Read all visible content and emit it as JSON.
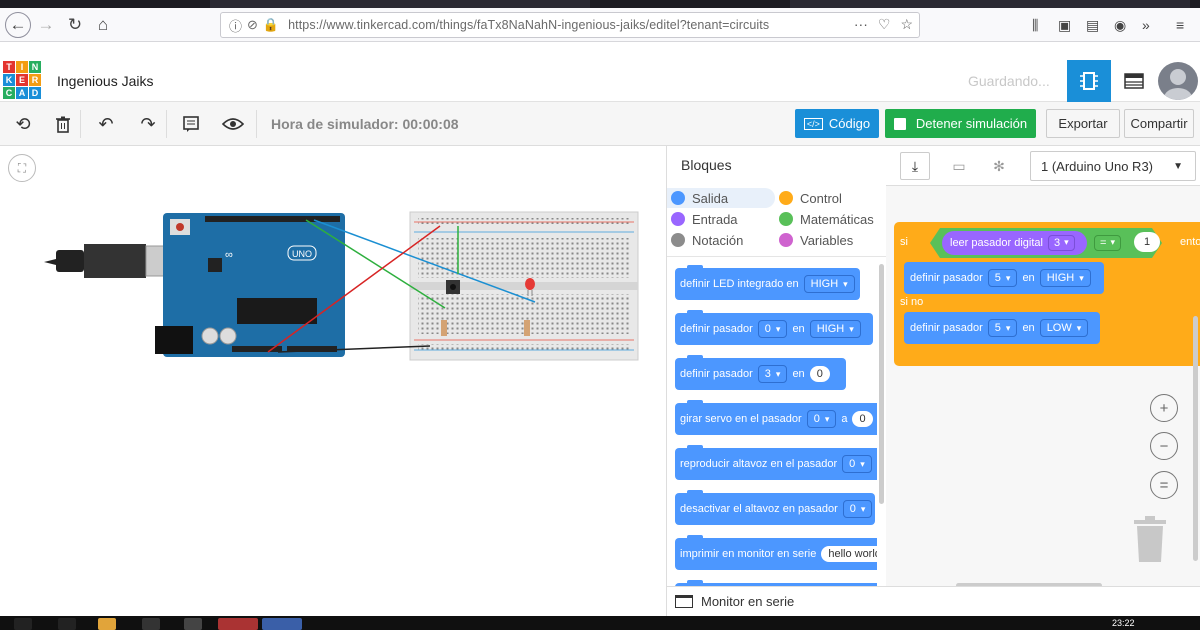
{
  "browser": {
    "url": "https://www.tinkercad.com/things/faTx8NaNahN-ingenious-jaiks/editel?tenant=circuits"
  },
  "header": {
    "logo_letters": [
      "T",
      "I",
      "N",
      "K",
      "E",
      "R",
      "C",
      "A",
      "D"
    ],
    "logo_colors": [
      "#e3342f",
      "#f39c12",
      "#27ae60",
      "#1a8fd8",
      "#e3342f",
      "#f39c12",
      "#27ae60",
      "#1a8fd8",
      "#1a8fd8"
    ],
    "project_title": "Ingenious Jaiks",
    "save_status": "Guardando..."
  },
  "toolbar": {
    "sim_time": "Hora de simulador: 00:00:08",
    "code_label": "Código",
    "stop_label": "Detener simulación",
    "export_label": "Exportar",
    "share_label": "Compartir",
    "colors": {
      "accent": "#1a8fd8",
      "stop": "#20ad4c"
    }
  },
  "blocks_panel": {
    "title": "Bloques",
    "categories": [
      {
        "label": "Salida",
        "color": "#4c97ff"
      },
      {
        "label": "Control",
        "color": "#ffab19"
      },
      {
        "label": "Entrada",
        "color": "#9966ff"
      },
      {
        "label": "Matemáticas",
        "color": "#59c059"
      },
      {
        "label": "Notación",
        "color": "#8c8c8c"
      },
      {
        "label": "Variables",
        "color": "#cf63cf"
      }
    ],
    "blocks": [
      {
        "text": "definir LED integrado en",
        "dropdown": "HIGH"
      },
      {
        "text": "definir pasador",
        "dropdown": "0",
        "mid": "en",
        "dropdown2": "HIGH"
      },
      {
        "text": "definir pasador",
        "dropdown": "3",
        "mid": "en",
        "pill": "0"
      },
      {
        "text": "girar servo en el pasador",
        "dropdown": "0",
        "mid": "a",
        "pill": "0"
      },
      {
        "text": "reproducir altavoz en el pasador",
        "dropdown": "0"
      },
      {
        "text": "desactivar el altavoz en pasador",
        "dropdown": "0"
      },
      {
        "text": "imprimir en monitor en serie",
        "pill": "hello world"
      }
    ],
    "serial_monitor": "Monitor en serie"
  },
  "code_panel": {
    "device": "1 (Arduino Uno R3)",
    "if_label": "si",
    "then_label": "ento",
    "else_label": "si no",
    "read_block": "leer pasador digital",
    "read_pin": "3",
    "operator": "=",
    "compare_value": "1",
    "then_block": {
      "text": "definir pasador",
      "pin": "5",
      "mid": "en",
      "value": "HIGH"
    },
    "else_block": {
      "text": "definir pasador",
      "pin": "5",
      "mid": "en",
      "value": "LOW"
    },
    "zoom_in": "+",
    "zoom_out": "−",
    "zoom_reset": "="
  },
  "taskbar": {
    "clock": "23:22"
  }
}
